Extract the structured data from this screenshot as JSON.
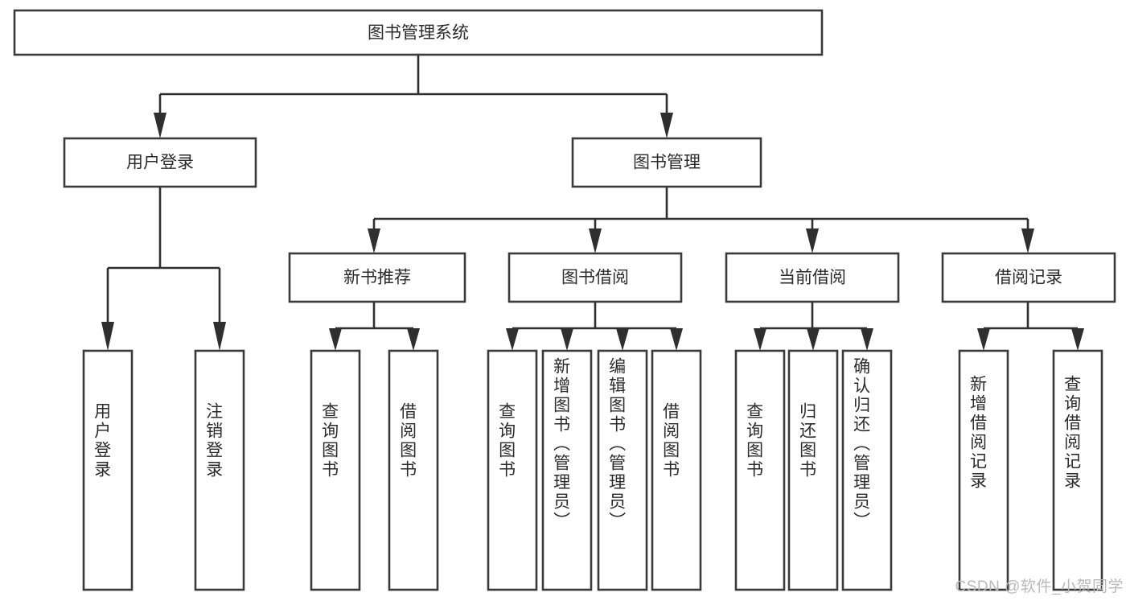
{
  "diagram": {
    "type": "tree",
    "title": "图书管理系统",
    "watermark": "CSDN @软件_小贺同学",
    "colors": {
      "box_stroke": "#3a3a3a",
      "box_fill": "#ffffff",
      "edge": "#2f2f2f",
      "text": "#2b2b2b",
      "watermark": "#b9b9b9"
    },
    "root": {
      "label": "图书管理系统"
    },
    "level1": [
      {
        "id": "user-login",
        "label": "用户登录"
      },
      {
        "id": "book-management",
        "label": "图书管理"
      }
    ],
    "level2": [
      {
        "id": "new-book-recommend",
        "label": "新书推荐",
        "parent": "book-management"
      },
      {
        "id": "book-borrow",
        "label": "图书借阅",
        "parent": "book-management"
      },
      {
        "id": "current-borrow",
        "label": "当前借阅",
        "parent": "book-management"
      },
      {
        "id": "borrow-record",
        "label": "借阅记录",
        "parent": "book-management"
      }
    ],
    "leaves": [
      {
        "id": "leaf-user-login",
        "label": "用户登录",
        "parent": "user-login"
      },
      {
        "id": "leaf-logout",
        "label": "注销登录",
        "parent": "user-login"
      },
      {
        "id": "leaf-query-book-1",
        "label": "查询图书",
        "parent": "new-book-recommend"
      },
      {
        "id": "leaf-borrow-book-1",
        "label": "借阅图书",
        "parent": "new-book-recommend"
      },
      {
        "id": "leaf-query-book-2",
        "label": "查询图书",
        "parent": "book-borrow"
      },
      {
        "id": "leaf-add-book",
        "label": "新增图书（管理员）",
        "parent": "book-borrow"
      },
      {
        "id": "leaf-edit-book",
        "label": "编辑图书（管理员）",
        "parent": "book-borrow"
      },
      {
        "id": "leaf-borrow-book-2",
        "label": "借阅图书",
        "parent": "book-borrow"
      },
      {
        "id": "leaf-query-book-3",
        "label": "查询图书",
        "parent": "current-borrow"
      },
      {
        "id": "leaf-return-book",
        "label": "归还图书",
        "parent": "current-borrow"
      },
      {
        "id": "leaf-confirm-return",
        "label": "确认归还（管理员）",
        "parent": "current-borrow"
      },
      {
        "id": "leaf-add-record",
        "label": "新增借阅记录",
        "parent": "borrow-record"
      },
      {
        "id": "leaf-query-record",
        "label": "查询借阅记录",
        "parent": "borrow-record"
      }
    ]
  }
}
